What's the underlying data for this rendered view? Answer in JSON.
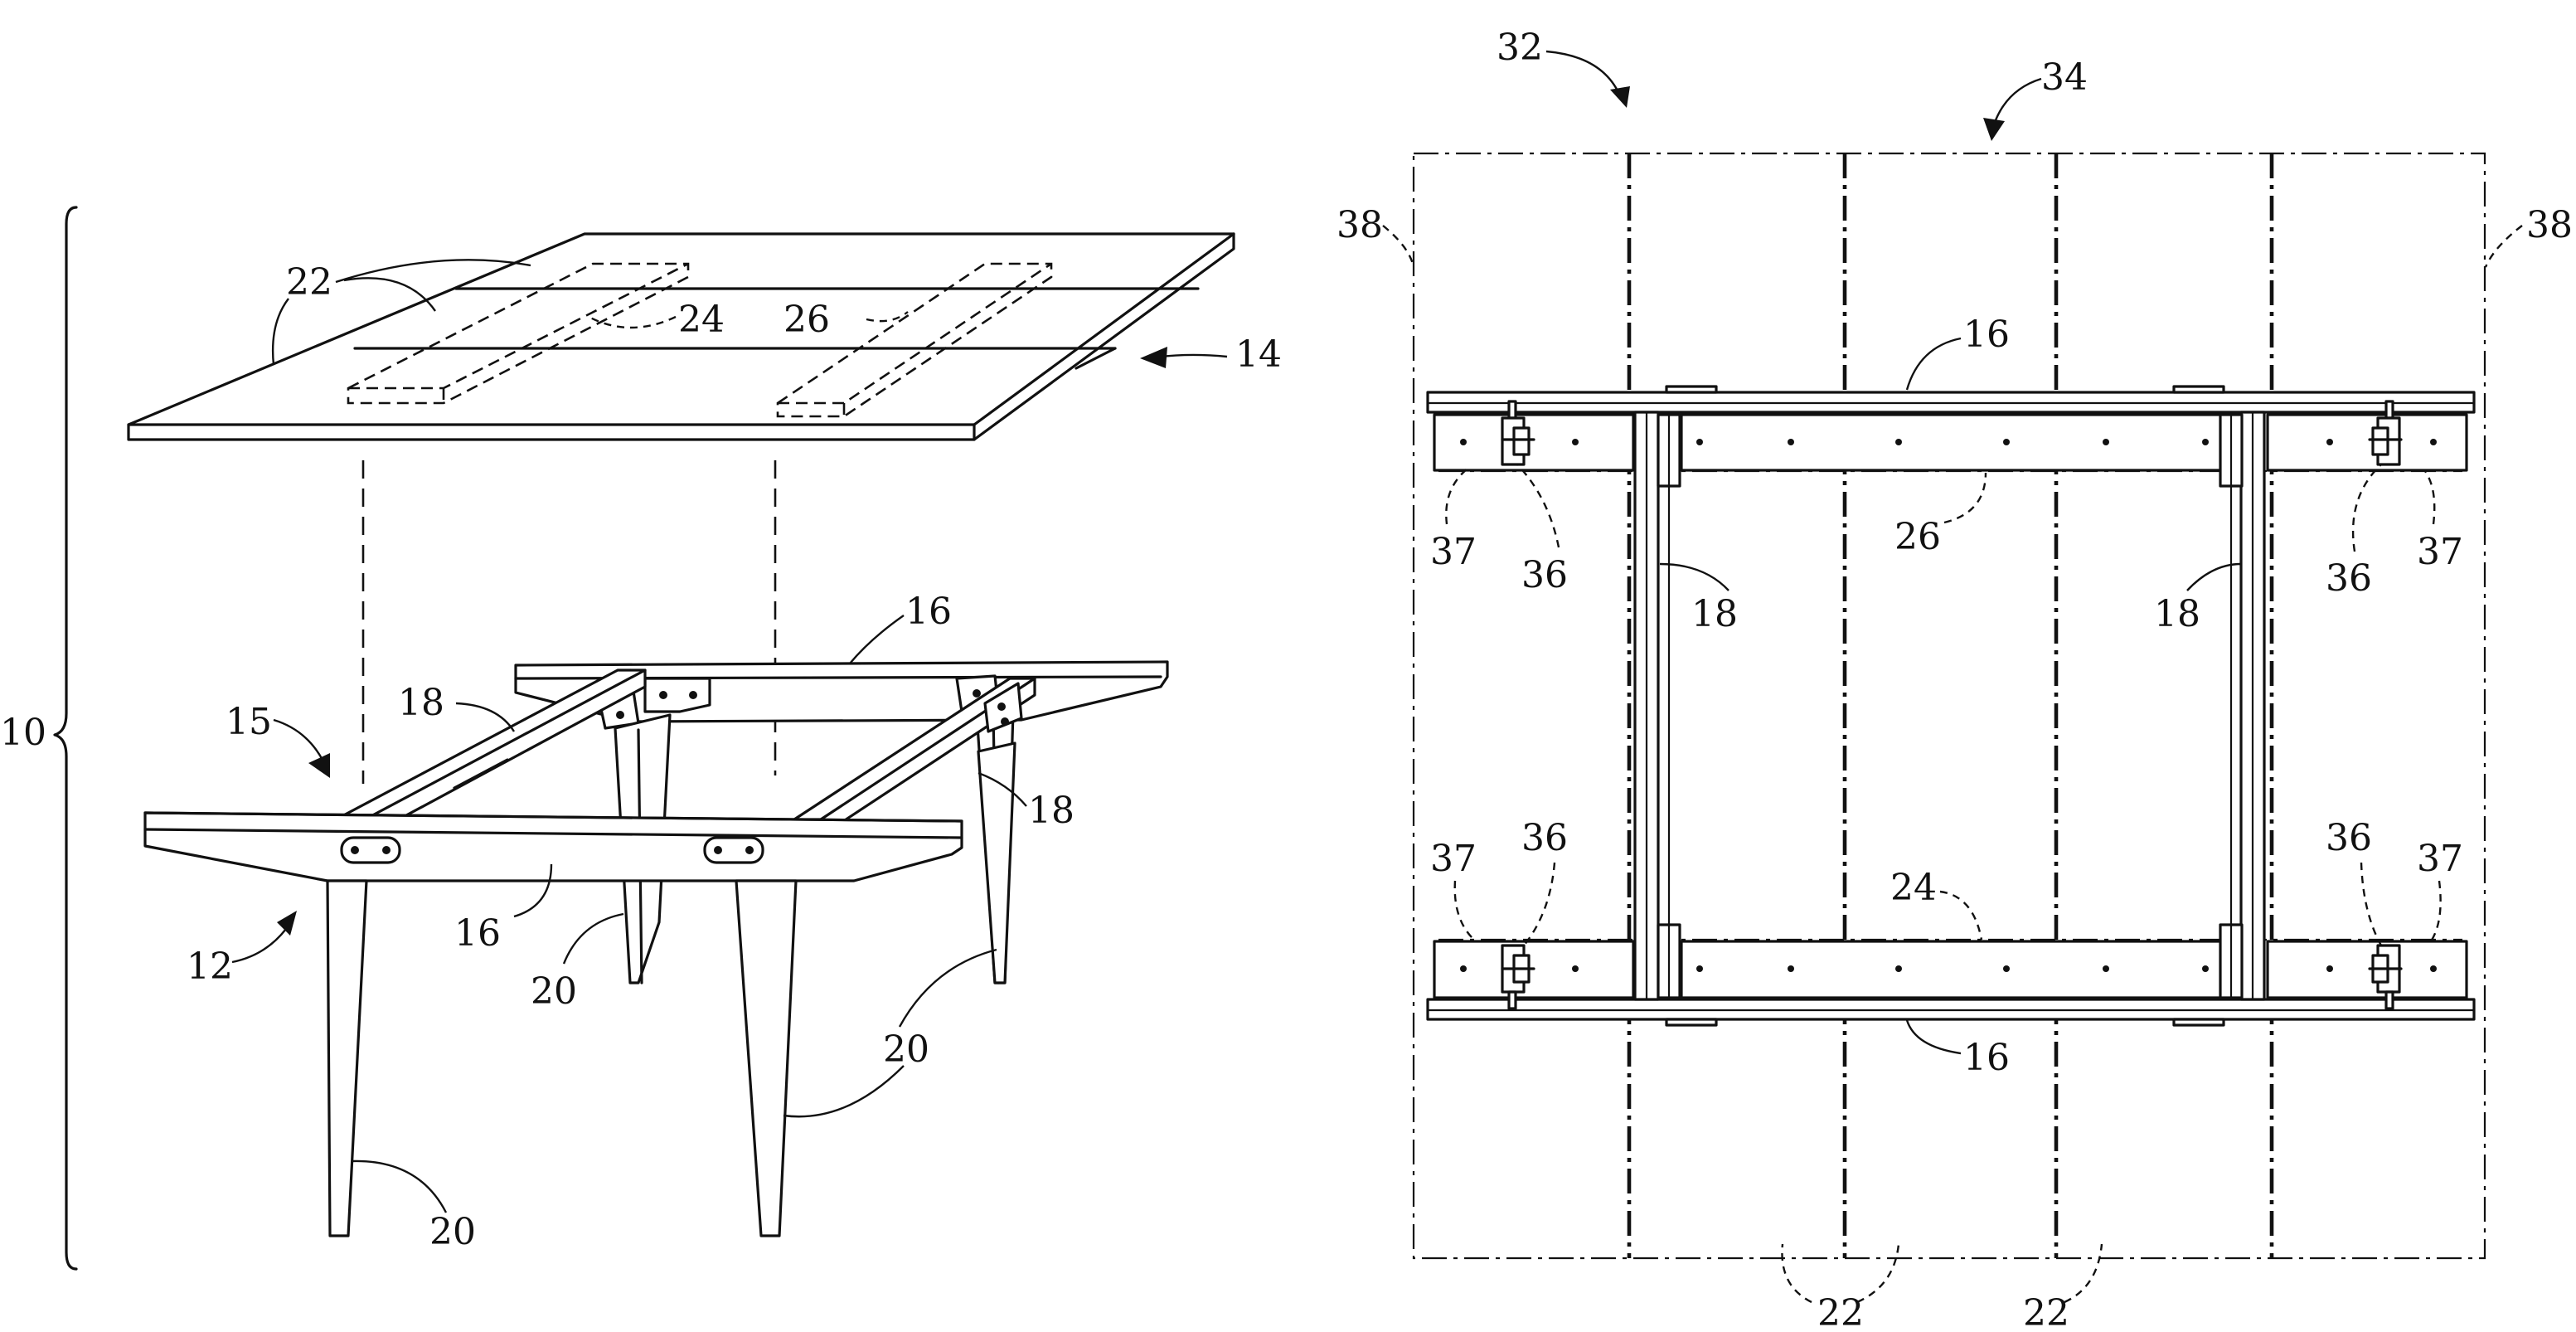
{
  "figure_left": {
    "labels": {
      "assembly": "10",
      "base": "12",
      "top": "14",
      "frame": "15",
      "rail_back": "16",
      "rail_front": "16",
      "crossbar_left": "18",
      "crossbar_right": "18",
      "leg_back": "20",
      "leg_front_right": "20",
      "leg_front_left": "20",
      "panel": "22",
      "cleat_front": "24",
      "cleat_back": "26"
    }
  },
  "figure_right": {
    "labels": {
      "table": "32",
      "top_outline": "34",
      "rail_top": "16",
      "rail_bottom": "16",
      "crossbar_left": "18",
      "crossbar_right": "18",
      "cleat_upper": "26",
      "cleat_lower": "24",
      "leaf_left": "38",
      "leaf_right": "38",
      "clamp_ul": "36",
      "clamp_ur": "36",
      "clamp_ll": "36",
      "clamp_lr": "36",
      "bracket_ul": "37",
      "bracket_ur": "37",
      "bracket_ll": "37",
      "bracket_lr": "37",
      "panel_left": "22",
      "panel_right": "22"
    }
  }
}
